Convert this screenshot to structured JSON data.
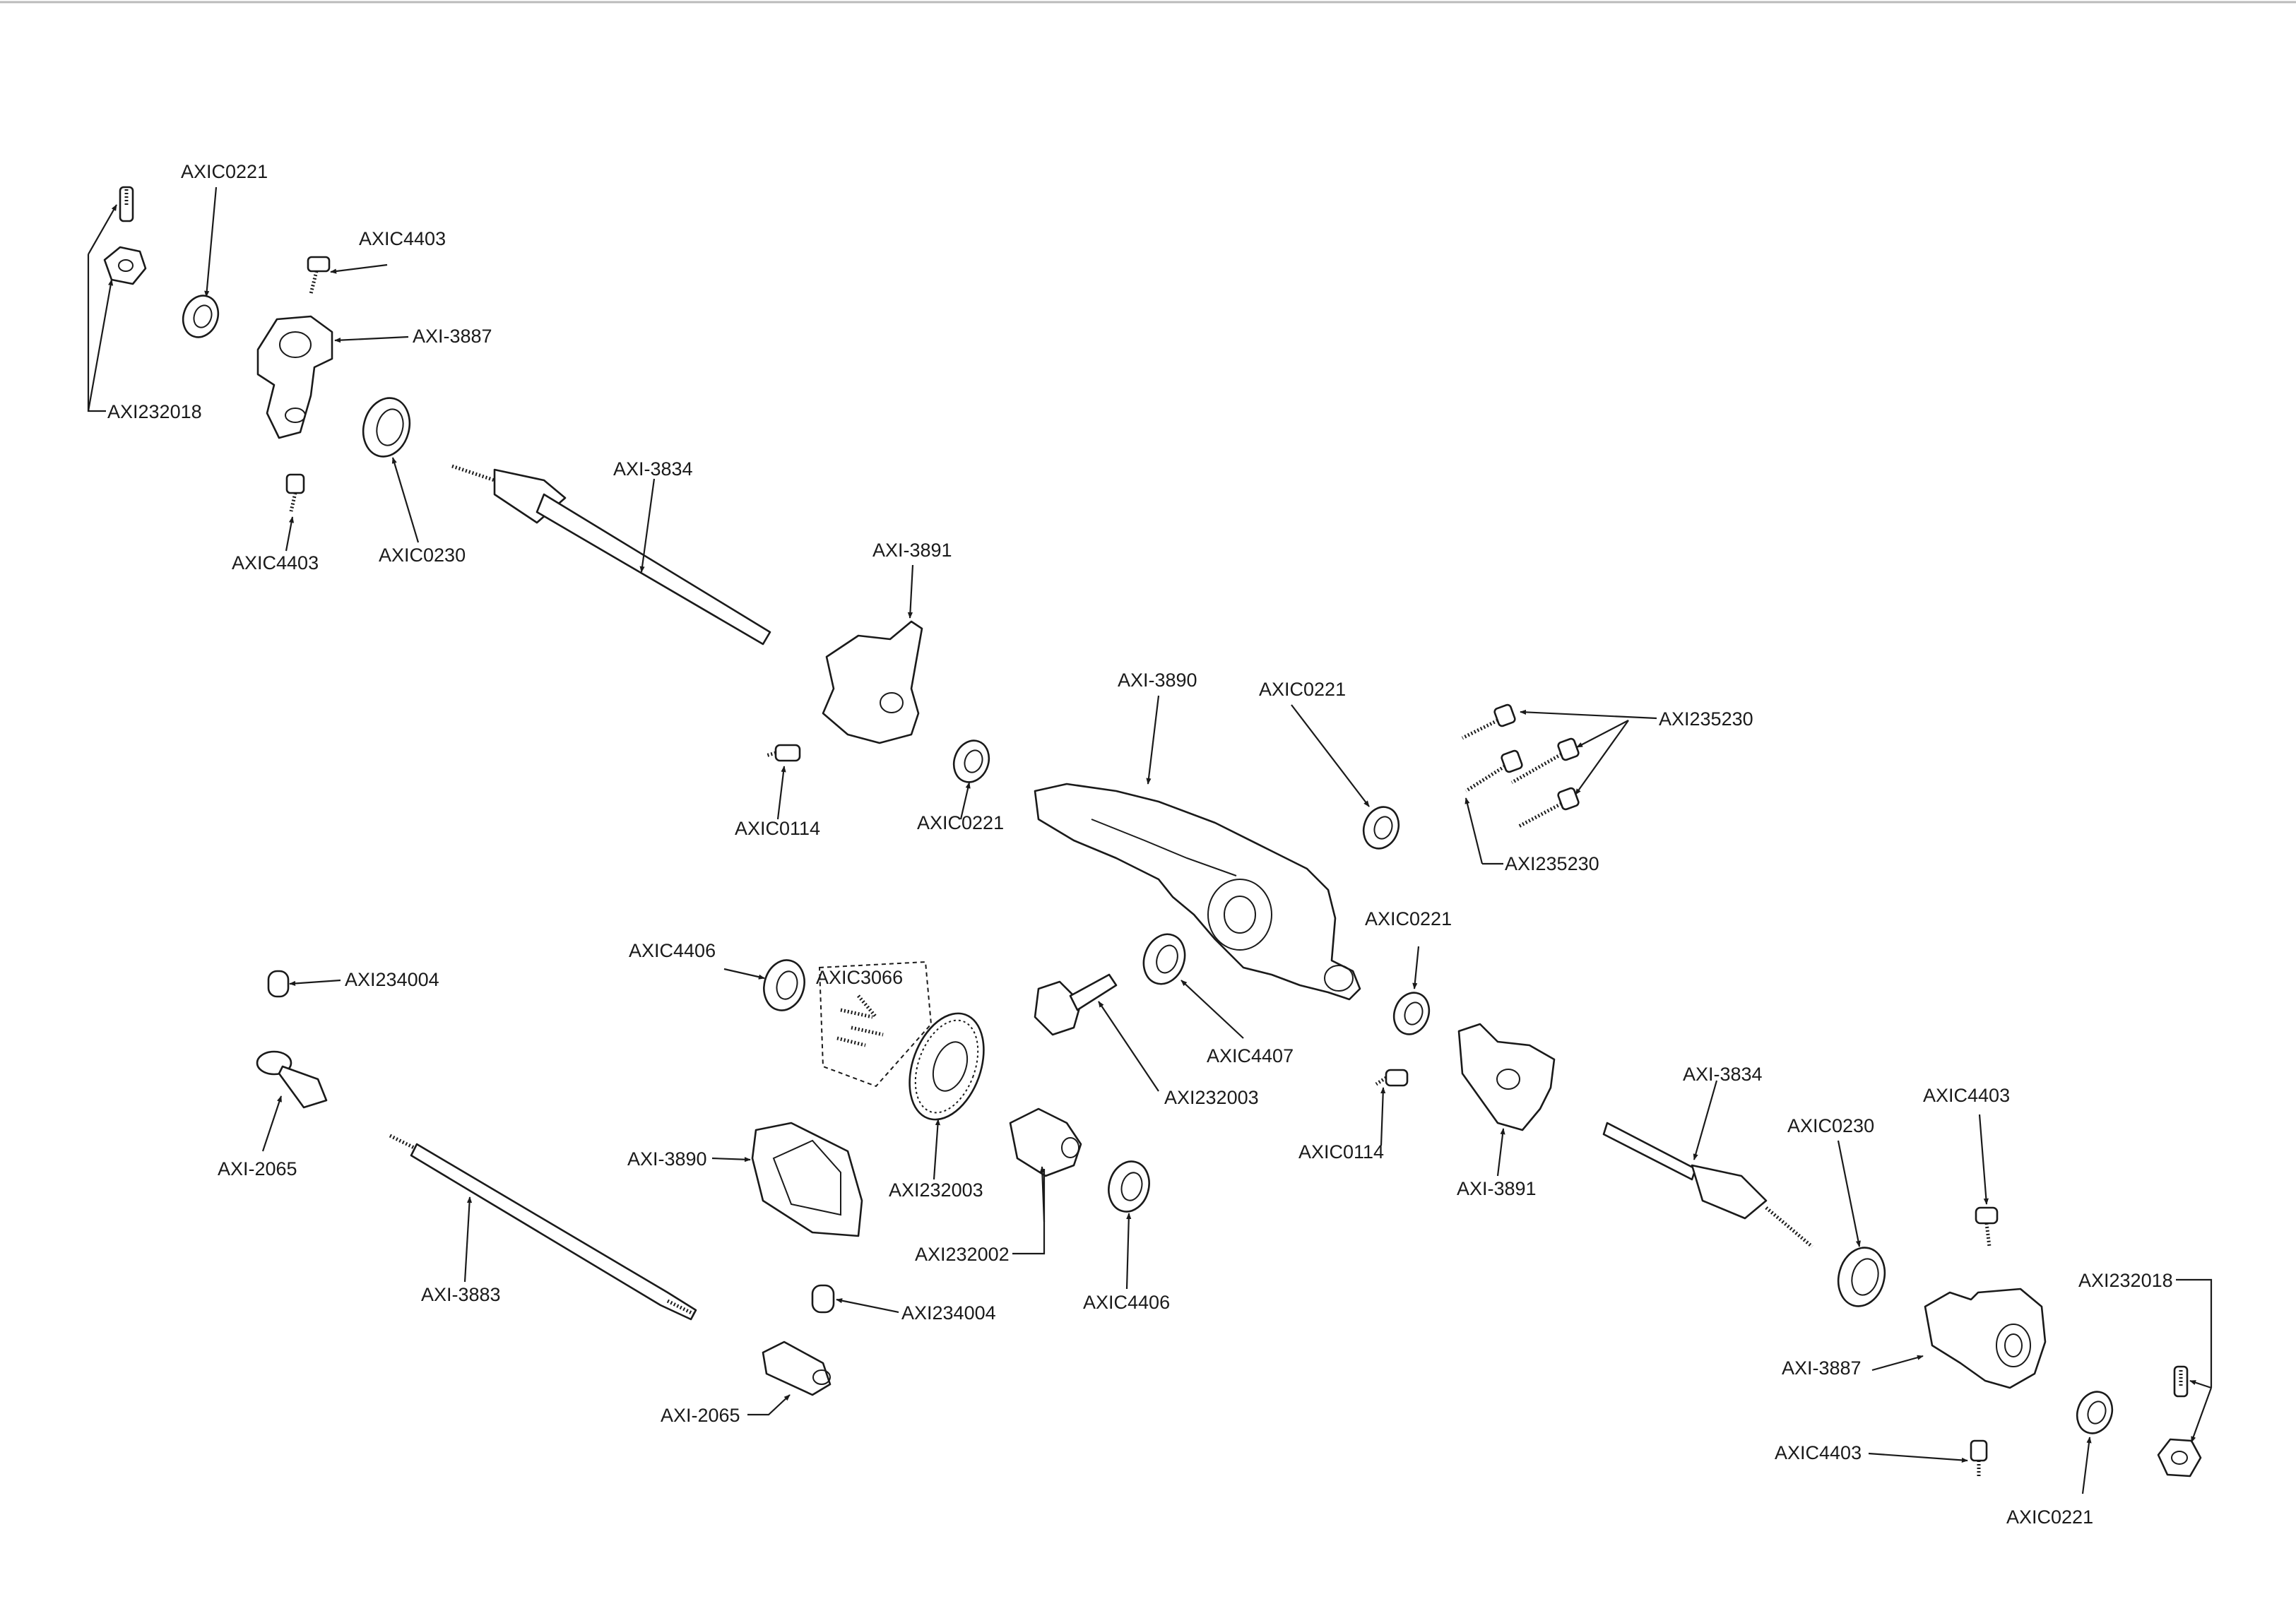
{
  "labels": {
    "axi232018_tl": "AXI232018",
    "axic0221_tl": "AXIC0221",
    "axic4403_t1": "AXIC4403",
    "axi3887_tl": "AXI-3887",
    "axic4403_t2": "AXIC4403",
    "axic0230_tl": "AXIC0230",
    "axi3834_top": "AXI-3834",
    "axi3891_top": "AXI-3891",
    "axic0114_l": "AXIC0114",
    "axic0221_mid": "AXIC0221",
    "axi3890_top": "AXI-3890",
    "axic0221_right": "AXIC0221",
    "axi235230_a": "AXI235230",
    "axi235230_b": "AXI235230",
    "axic0221_r2": "AXIC0221",
    "axic4407": "AXIC4407",
    "axi234004_top": "AXI234004",
    "axi2065_top": "AXI-2065",
    "axic4406_l": "AXIC4406",
    "axic3066": "AXIC3066",
    "axi232003_pin": "AXI232003",
    "axi232003_gear": "AXI232003",
    "axi3890_cover": "AXI-3890",
    "axi232002": "AXI232002",
    "axic4406_b": "AXIC4406",
    "axi3883": "AXI-3883",
    "axi234004_b": "AXI234004",
    "axi2065_b": "AXI-2065",
    "axic0114_r": "AXIC0114",
    "axi3891_r": "AXI-3891",
    "axi3834_r": "AXI-3834",
    "axic0230_r": "AXIC0230",
    "axic4403_r1": "AXIC4403",
    "axi232018_r": "AXI232018",
    "axi3887_r": "AXI-3887",
    "axic4403_r2": "AXIC4403",
    "axic0221_br": "AXIC0221"
  },
  "colors": {
    "line": "#1a1a1a",
    "background": "#ffffff",
    "frame": "#bbbbbb"
  }
}
